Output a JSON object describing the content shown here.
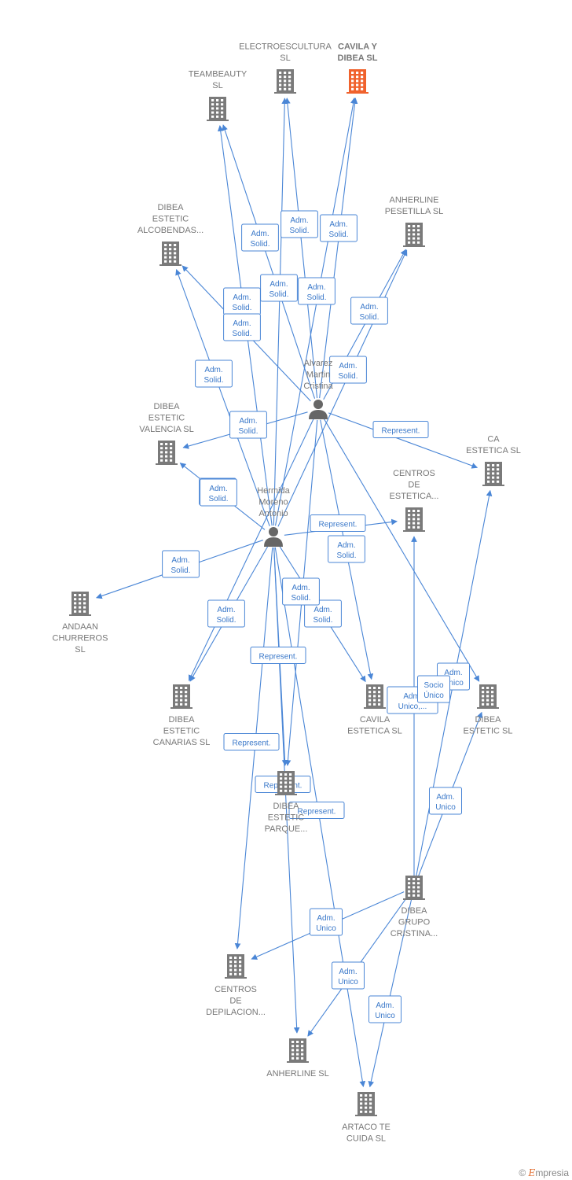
{
  "colors": {
    "edge": "#4a86d6",
    "building": "#7a7a7a",
    "highlight": "#f0622d",
    "person": "#666666"
  },
  "nodes": [
    {
      "id": "teambeauty",
      "type": "company",
      "label": [
        "TEAMBEAUTY",
        "SL"
      ]
    },
    {
      "id": "electro",
      "type": "company",
      "label": [
        "ELECTROESCULTURA",
        "SL"
      ]
    },
    {
      "id": "cavila_dibea",
      "type": "company",
      "label": [
        "CAVILA Y",
        "DIBEA  SL"
      ],
      "highlight": true
    },
    {
      "id": "alcobendas",
      "type": "company",
      "label": [
        "DIBEA",
        "ESTETIC",
        "ALCOBENDAS..."
      ]
    },
    {
      "id": "anherline_pes",
      "type": "company",
      "label": [
        "ANHERLINE",
        "PESETILLA  SL"
      ]
    },
    {
      "id": "alvarez",
      "type": "person",
      "label": [
        "Alvarez",
        "Martin",
        "Cristina"
      ]
    },
    {
      "id": "valencia",
      "type": "company",
      "label": [
        "DIBEA",
        "ESTETIC",
        "VALENCIA  SL"
      ]
    },
    {
      "id": "ca_estetica",
      "type": "company",
      "label": [
        "CA",
        "ESTETICA  SL"
      ]
    },
    {
      "id": "centros_est",
      "type": "company",
      "label": [
        "CENTROS",
        "DE",
        "ESTETICA..."
      ]
    },
    {
      "id": "hermida",
      "type": "person",
      "label": [
        "Hermida",
        "Moreno",
        "Antonio"
      ]
    },
    {
      "id": "andaan",
      "type": "company",
      "label": [
        "ANDAAN",
        "CHURREROS",
        "SL"
      ]
    },
    {
      "id": "canarias",
      "type": "company",
      "label": [
        "DIBEA",
        "ESTETIC",
        "CANARIAS  SL"
      ]
    },
    {
      "id": "cavila_est",
      "type": "company",
      "label": [
        "CAVILA",
        "ESTETICA  SL"
      ]
    },
    {
      "id": "dibea_estetic",
      "type": "company",
      "label": [
        "DIBEA",
        "ESTETIC SL"
      ]
    },
    {
      "id": "parque",
      "type": "company",
      "label": [
        "DIBEA",
        "ESTETIC",
        "PARQUE..."
      ]
    },
    {
      "id": "grupo",
      "type": "company",
      "label": [
        "DIBEA",
        "GRUPO",
        "CRISTINA..."
      ]
    },
    {
      "id": "depilacion",
      "type": "company",
      "label": [
        "CENTROS",
        "DE",
        "DEPILACION..."
      ]
    },
    {
      "id": "anherline",
      "type": "company",
      "label": [
        "ANHERLINE SL"
      ]
    },
    {
      "id": "artaco",
      "type": "company",
      "label": [
        "ARTACO TE",
        "CUIDA  SL"
      ]
    }
  ],
  "edges": [
    {
      "from": "alvarez",
      "to": "teambeauty",
      "label": [
        "Adm.",
        "Solid."
      ]
    },
    {
      "from": "alvarez",
      "to": "electro",
      "label": [
        "Adm.",
        "Solid."
      ]
    },
    {
      "from": "alvarez",
      "to": "cavila_dibea",
      "label": [
        "Adm.",
        "Solid."
      ]
    },
    {
      "from": "alvarez",
      "to": "alcobendas",
      "label": [
        "Adm.",
        "Solid."
      ]
    },
    {
      "from": "alvarez",
      "to": "anherline_pes",
      "label": [
        "Adm.",
        "Solid."
      ]
    },
    {
      "from": "alvarez",
      "to": "valencia",
      "label": [
        "Adm.",
        "Solid."
      ]
    },
    {
      "from": "alvarez",
      "to": "ca_estetica",
      "label": [
        "Represent."
      ]
    },
    {
      "from": "alvarez",
      "to": "cavila_est",
      "label": [
        "Adm.",
        "Solid."
      ]
    },
    {
      "from": "alvarez",
      "to": "dibea_estetic",
      "label": [
        "Adm.",
        "Unico"
      ]
    },
    {
      "from": "alvarez",
      "to": "parque",
      "label": [
        "Represent."
      ]
    },
    {
      "from": "alvarez",
      "to": "canarias",
      "label": [
        "Adm.",
        "Solid."
      ]
    },
    {
      "from": "hermida",
      "to": "teambeauty",
      "label": [
        "Adm.",
        "Solid."
      ]
    },
    {
      "from": "hermida",
      "to": "electro",
      "label": [
        "Adm.",
        "Solid."
      ]
    },
    {
      "from": "hermida",
      "to": "cavila_dibea",
      "label": [
        "Adm.",
        "Solid."
      ]
    },
    {
      "from": "hermida",
      "to": "alcobendas",
      "label": [
        "Adm.",
        "Solid."
      ]
    },
    {
      "from": "hermida",
      "to": "anherline_pes",
      "label": [
        "Adm.",
        "Solid."
      ]
    },
    {
      "from": "hermida",
      "to": "valencia",
      "label": [
        "Adm.",
        "Solid."
      ]
    },
    {
      "from": "hermida",
      "to": "centros_est",
      "label": [
        "Represent."
      ]
    },
    {
      "from": "hermida",
      "to": "andaan",
      "label": [
        "Adm.",
        "Solid."
      ]
    },
    {
      "from": "hermida",
      "to": "canarias",
      "label": [
        "Adm.",
        "Solid."
      ]
    },
    {
      "from": "hermida",
      "to": "cavila_est",
      "label": [
        "Adm.",
        "Solid."
      ]
    },
    {
      "from": "hermida",
      "to": "parque",
      "label": [
        "Adm.",
        "Solid."
      ]
    },
    {
      "from": "hermida",
      "to": "depilacion",
      "label": [
        "Represent."
      ]
    },
    {
      "from": "hermida",
      "to": "anherline",
      "label": [
        "Represent."
      ]
    },
    {
      "from": "hermida",
      "to": "artaco",
      "label": [
        "Represent."
      ]
    },
    {
      "from": "grupo",
      "to": "centros_est",
      "label": [
        "Adm.",
        "Unico,..."
      ]
    },
    {
      "from": "grupo",
      "to": "ca_estetica",
      "label": [
        "Socio",
        "Único"
      ]
    },
    {
      "from": "grupo",
      "to": "dibea_estetic",
      "label": [
        "Adm.",
        "Unico"
      ]
    },
    {
      "from": "grupo",
      "to": "depilacion",
      "label": [
        "Adm.",
        "Unico"
      ]
    },
    {
      "from": "grupo",
      "to": "anherline",
      "label": [
        "Adm.",
        "Unico"
      ]
    },
    {
      "from": "grupo",
      "to": "artaco",
      "label": [
        "Adm.",
        "Unico"
      ]
    }
  ],
  "footer": {
    "copyright": "©",
    "brand_initial": "E",
    "brand_rest": "mpresia"
  }
}
